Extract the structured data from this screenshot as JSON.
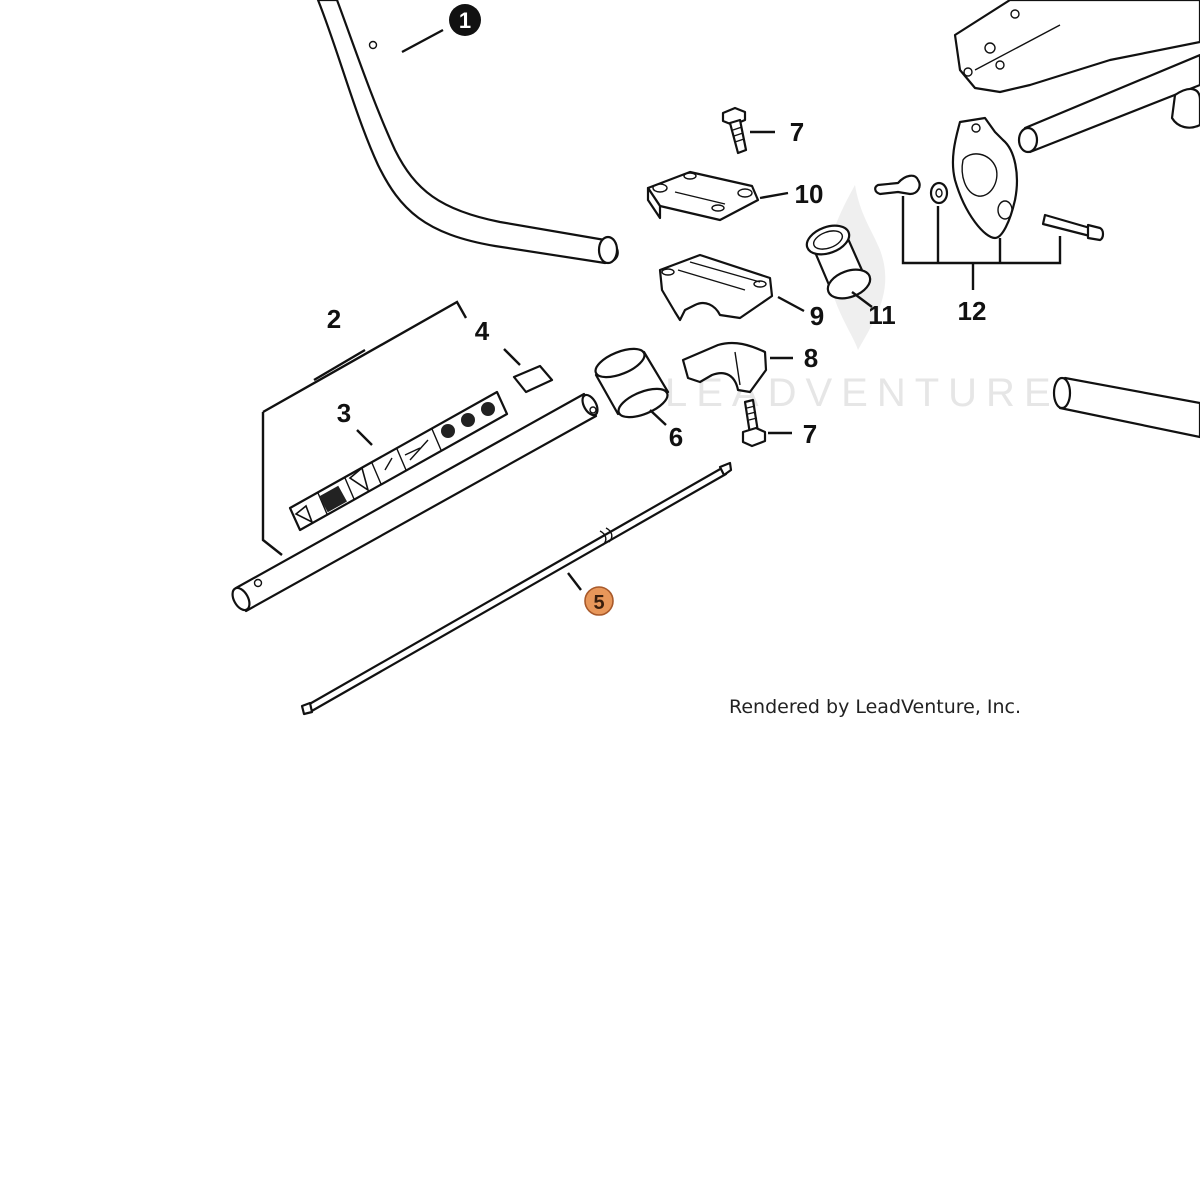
{
  "diagram": {
    "credit": "Rendered by LeadVenture, Inc.",
    "watermark": "LEADVENTURE",
    "accent_color": "#e8975a",
    "callouts": {
      "c1": "1",
      "c2": "2",
      "c3": "3",
      "c4": "4",
      "c5": "5",
      "c6": "6",
      "c7a": "7",
      "c7b": "7",
      "c8": "8",
      "c9": "9",
      "c10": "10",
      "c11": "11",
      "c12": "12"
    }
  }
}
